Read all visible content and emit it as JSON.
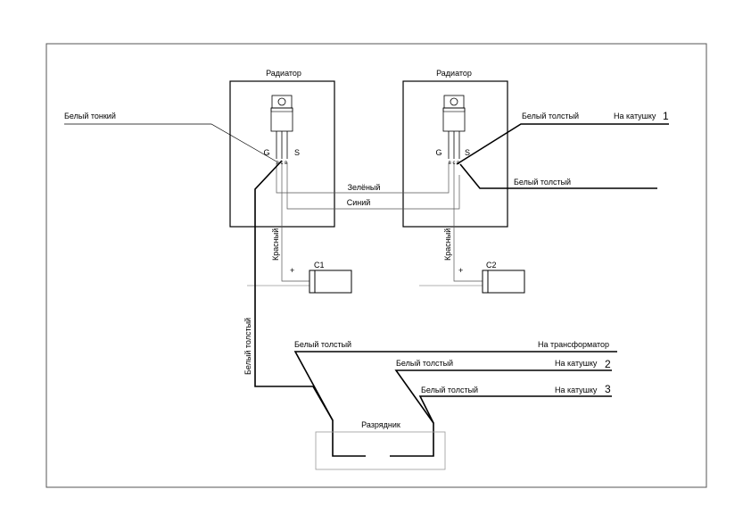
{
  "radiator_left_label": "Радиатор",
  "radiator_right_label": "Радиатор",
  "pins_left": {
    "g": "G",
    "s": "S",
    "small": "в c в"
  },
  "pins_right": {
    "g": "G",
    "s": "S",
    "small": "в c в"
  },
  "wire_white_thin": "Белый тонкий",
  "wire_white_thick_top1": "Белый толстый",
  "wire_white_thick_top2": "Белый толстый",
  "wire_green": "Зелёный",
  "wire_blue": "Синий",
  "wire_red_left": "Красный",
  "wire_red_right": "Красный",
  "wire_white_thick_vertical": "Белый толстый",
  "wire_white_thick_bottom1": "Белый толстый",
  "wire_white_thick_bottom2": "Белый толстый",
  "wire_white_thick_bottom3": "Белый толстый",
  "to_coil_1": "На катушку",
  "to_coil_1_num": "1",
  "to_coil_2": "На катушку",
  "to_coil_2_num": "2",
  "to_coil_3": "На катушку",
  "to_coil_3_num": "3",
  "to_transformer": "На трансформатор",
  "cap1_label": "C1",
  "cap2_label": "C2",
  "cap1_plus": "+",
  "cap2_plus": "+",
  "spark_gap_label": "Разрядник"
}
